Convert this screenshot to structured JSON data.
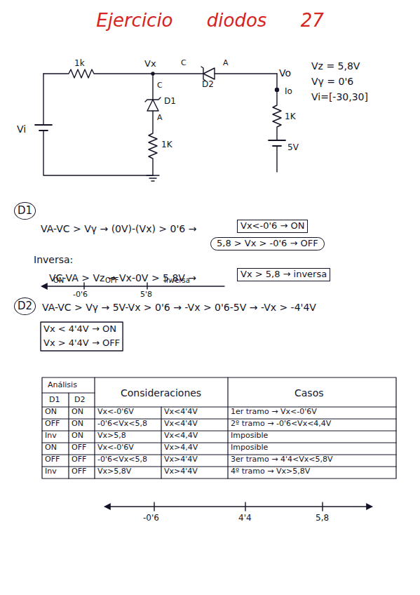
{
  "diagram": {
    "title": "Ejercicio diodos 27",
    "labels": [
      "1k",
      "Vx",
      "C",
      "A",
      "Vo",
      "C",
      "D1",
      "D2",
      "A",
      "Io",
      "1K",
      "Vi",
      "1K",
      "5V",
      "Vz = 5,8V",
      "Vγ = 0'6",
      "Vi=[-30,30]",
      "D1",
      "VA-VC > Vγ → (0V)-(Vx) > 0'6 →",
      "Vx<-0'6 → ON",
      "5,8 > Vx > -0'6 → OFF",
      "Inversa:",
      "VC-VA > Vz → Vx-0V > 5,8V →",
      "Vx > 5,8 → inversa",
      "ON",
      "OFF",
      "Inversa",
      "-0'6",
      "5'8",
      "D2",
      "VA-VC > Vγ → 5V-Vx > 0'6 → -Vx > 0'6-5V → -Vx > -4'4V",
      "Vx < 4'4V → ON",
      "Vx > 4'4V → OFF",
      "Análisis",
      "D1",
      "D2",
      "Consideraciones",
      "Casos",
      "ON",
      "ON",
      "Vx<-0'6V",
      "Vx<4'4V",
      "1er tramo → Vx<-0'6V",
      "OFF",
      "ON",
      "-0'6<Vx<5,8",
      "Vx<4'4V",
      "2º tramo → -0'6<Vx<4,4V",
      "Inv",
      "ON",
      "Vx>5,8",
      "Vx<4,4V",
      "Imposible",
      "ON",
      "OFF",
      "Vx<-0'6V",
      "Vx>4,4V",
      "Imposible",
      "OFF",
      "OFF",
      "-0'6<Vx<5,8",
      "Vx>4'4V",
      "3er tramo → 4'4<Vx<5,8V",
      "Inv",
      "OFF",
      "Vx>5,8V",
      "Vx>4'4V",
      "4º tramo → Vx>5,8V",
      "-0'6",
      "4'4",
      "5,8"
    ]
  }
}
